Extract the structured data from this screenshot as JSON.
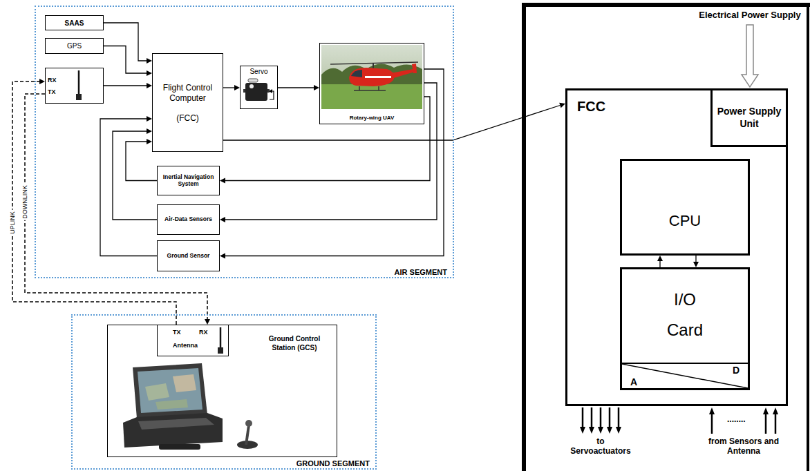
{
  "diagram": {
    "nodes": [
      {
        "text": [
          "AIR SEGMENT"
        ]
      },
      {
        "text": [
          "SAAS"
        ],
        "in": 0
      },
      {
        "text": [
          "GPS"
        ],
        "in": 0
      },
      {
        "text": [
          "RX",
          "TX"
        ],
        "in": 0
      },
      {
        "text": [
          "Flight Control Computer",
          "(FCC)"
        ],
        "in": 0
      },
      {
        "text": [
          "Servo"
        ],
        "in": 0
      },
      {
        "text": [
          "Rotary-wing UAV"
        ],
        "in": 0
      },
      {
        "text": [
          "Inertial Navigation System"
        ],
        "in": 0
      },
      {
        "text": [
          "Air-Data Sensors"
        ],
        "in": 0
      },
      {
        "text": [
          "Ground Sensor"
        ],
        "in": 0
      },
      {
        "text": [
          "GROUND SEGMENT"
        ]
      },
      {
        "text": [
          "Ground Control Station (GCS)"
        ],
        "in": 10
      },
      {
        "text": [
          "TX",
          "RX",
          "Antenna"
        ],
        "in": 10
      },
      {
        "text": [
          "FCC"
        ]
      },
      {
        "text": [
          "Power Supply Unit"
        ],
        "in": 13
      },
      {
        "text": [
          "CPU"
        ],
        "in": 13
      },
      {
        "text": [
          "I/O Card"
        ],
        "in": 13
      },
      {
        "text": [
          "A",
          "D"
        ],
        "in": 16
      }
    ],
    "edges": [
      {
        "from": 1,
        "to": 4,
        "arrow": "to"
      },
      {
        "from": 2,
        "to": 4,
        "arrow": "to"
      },
      {
        "from": 3,
        "to": 4,
        "arrow": "to"
      },
      {
        "from": 4,
        "to": 5,
        "arrow": "to"
      },
      {
        "from": 5,
        "to": 6,
        "arrow": "to"
      },
      {
        "from": 6,
        "to": 7,
        "arrow": "to"
      },
      {
        "from": 6,
        "to": 8,
        "arrow": "to"
      },
      {
        "from": 6,
        "to": 9,
        "arrow": "to"
      },
      {
        "from": 7,
        "to": 4,
        "arrow": "to"
      },
      {
        "from": 8,
        "to": 4,
        "arrow": "to"
      },
      {
        "from": 9,
        "to": 4,
        "arrow": "to"
      },
      {
        "from": 12,
        "to": 3,
        "label": "UPLINK",
        "arrow": "to"
      },
      {
        "from": 3,
        "to": 12,
        "label": "DOWNLINK",
        "arrow": "to"
      },
      {
        "from": 4,
        "to": 13,
        "arrow": "to"
      },
      {
        "from": 16,
        "to": 15,
        "arrow": "to"
      },
      {
        "from": 15,
        "to": 16,
        "arrow": "to"
      }
    ],
    "labels": [
      "Electrical Power Supply",
      "to Servoactuators",
      "........",
      "from Sensors and Antenna"
    ]
  }
}
